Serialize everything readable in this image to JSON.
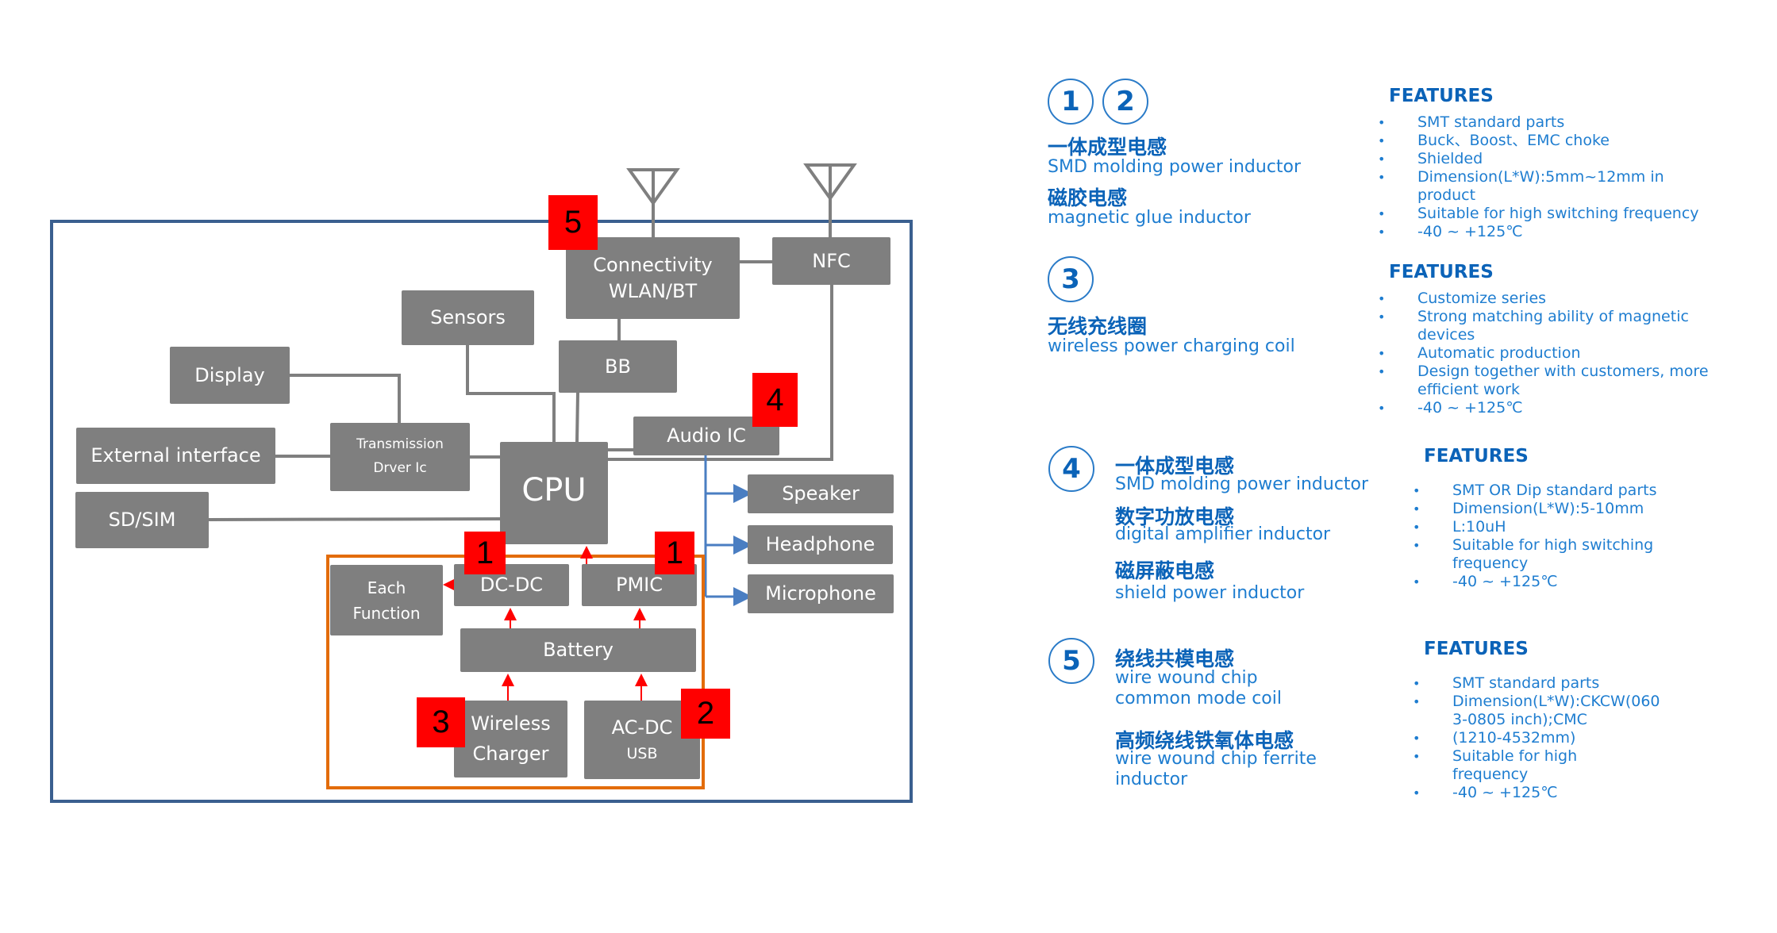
{
  "diagram": {
    "blocks": {
      "display": [
        "Display"
      ],
      "sensors": [
        "Sensors"
      ],
      "connectivity": [
        "Connectivity",
        "WLAN/BT"
      ],
      "nfc": [
        "NFC"
      ],
      "bb": [
        "BB"
      ],
      "audio_ic": [
        "Audio IC"
      ],
      "external_interface": [
        "External interface"
      ],
      "transmission": [
        "Transmission",
        "Drver Ic"
      ],
      "cpu": [
        "CPU"
      ],
      "sd_sim": [
        "SD/SIM"
      ],
      "speaker": [
        "Speaker"
      ],
      "headphone": [
        "Headphone"
      ],
      "microphone": [
        "Microphone"
      ],
      "each_function": [
        "Each",
        "Function"
      ],
      "dc_dc": [
        "DC-DC"
      ],
      "pmic": [
        "PMIC"
      ],
      "battery": [
        "Battery"
      ],
      "wireless_charger": [
        "Wireless",
        "Charger"
      ],
      "ac_dc": [
        "AC-DC",
        "USB"
      ]
    },
    "badges": {
      "dc_dc": "1",
      "pmic": "1",
      "ac_dc": "2",
      "wireless": "3",
      "audio": "4",
      "connectivity": "5"
    },
    "colors": {
      "block": "#7f7f7f",
      "outer_frame": "#3a5f8f",
      "power_frame": "#e36c0a",
      "power_arrow": "#ff0000",
      "audio_arrow": "#4a7ec2",
      "badge": "#ff0000"
    }
  },
  "panel": {
    "sections": [
      {
        "numbers": [
          "1",
          "2"
        ],
        "products": [
          {
            "zh": "一体成型电感",
            "en": [
              "SMD molding power inductor"
            ]
          },
          {
            "zh": "磁胶电感",
            "en": [
              "magnetic glue inductor"
            ]
          }
        ],
        "features_title": "FEATURES",
        "features": [
          {
            "text": "SMT standard parts",
            "bullet": true
          },
          {
            "text": "Buck、Boost、EMC choke",
            "bullet": true
          },
          {
            "text": "Shielded",
            "bullet": true
          },
          {
            "text": "Dimension(L*W):5mm~12mm   in",
            "bullet": true
          },
          {
            "text": "product",
            "bullet": false
          },
          {
            "text": "Suitable for high switching frequency",
            "bullet": true
          },
          {
            "text": "-40 ~ +125℃",
            "bullet": true
          }
        ]
      },
      {
        "numbers": [
          "3"
        ],
        "products": [
          {
            "zh": "无线充线圈",
            "en": [
              "wireless power charging coil"
            ]
          }
        ],
        "features_title": "FEATURES",
        "features": [
          {
            "text": "Customize series",
            "bullet": true
          },
          {
            "text": "Strong matching ability of magnetic",
            "bullet": true
          },
          {
            "text": "devices",
            "bullet": false
          },
          {
            "text": "Automatic production",
            "bullet": true
          },
          {
            "text": "Design together with customers, more",
            "bullet": true
          },
          {
            "text": "efficient work",
            "bullet": false
          },
          {
            "text": "-40 ~ +125℃",
            "bullet": true
          }
        ]
      },
      {
        "numbers": [
          "4"
        ],
        "products": [
          {
            "zh": "一体成型电感",
            "en": [
              "SMD molding power inductor"
            ]
          },
          {
            "zh": "数字功放电感",
            "en": [
              "digital amplifier inductor"
            ]
          },
          {
            "zh": "磁屏蔽电感",
            "en": [
              "shield power inductor"
            ]
          }
        ],
        "features_title": "FEATURES",
        "features": [
          {
            "text": "SMT OR Dip standard parts",
            "bullet": true
          },
          {
            "text": "Dimension(L*W):5-10mm",
            "bullet": true
          },
          {
            "text": "L:10uH",
            "bullet": true
          },
          {
            "text": "Suitable for high switching",
            "bullet": true
          },
          {
            "text": "frequency",
            "bullet": false
          },
          {
            "text": "-40 ~ +125℃",
            "bullet": true
          }
        ]
      },
      {
        "numbers": [
          "5"
        ],
        "products": [
          {
            "zh": "绕线共模电感",
            "en": [
              "wire wound chip",
              "common mode coil"
            ]
          },
          {
            "zh": "高频绕线铁氧体电感",
            "en": [
              "wire wound chip ferrite",
              "inductor"
            ]
          }
        ],
        "features_title": "FEATURES",
        "features": [
          {
            "text": "SMT standard parts",
            "bullet": true
          },
          {
            "text": "Dimension(L*W):CKCW(060",
            "bullet": true
          },
          {
            "text": "3-0805 inch);CMC",
            "bullet": false
          },
          {
            "text": "(1210-4532mm)",
            "bullet": true
          },
          {
            "text": "Suitable for high",
            "bullet": true
          },
          {
            "text": "frequency",
            "bullet": false
          },
          {
            "text": "-40 ~ +125℃",
            "bullet": true
          }
        ]
      }
    ]
  }
}
